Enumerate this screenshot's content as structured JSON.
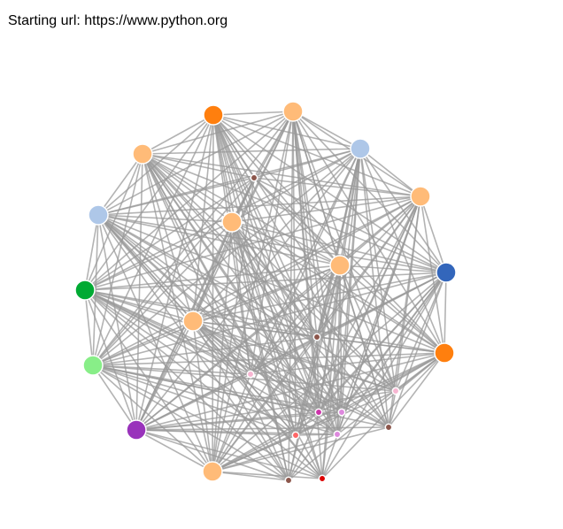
{
  "header": {
    "starting_url_text": "Starting url: https://www.python.org"
  },
  "graph": {
    "link_color": "#999999",
    "node_stroke": "#ffffff",
    "nodes": [
      {
        "id": "n0",
        "color": "#ff7f0e",
        "size": "large"
      },
      {
        "id": "n1",
        "color": "#ffbb78",
        "size": "large"
      },
      {
        "id": "n2",
        "color": "#aec7e8",
        "size": "large"
      },
      {
        "id": "n3",
        "color": "#ffbb78",
        "size": "large"
      },
      {
        "id": "n4",
        "color": "#3366bb",
        "size": "large"
      },
      {
        "id": "n5",
        "color": "#ff7f0e",
        "size": "large"
      },
      {
        "id": "n6",
        "color": "#ffbb78",
        "size": "large"
      },
      {
        "id": "n7",
        "color": "#9933bb",
        "size": "large"
      },
      {
        "id": "n8",
        "color": "#88ee88",
        "size": "large"
      },
      {
        "id": "n9",
        "color": "#00aa33",
        "size": "large"
      },
      {
        "id": "n10",
        "color": "#aec7e8",
        "size": "large"
      },
      {
        "id": "n11",
        "color": "#ffbb78",
        "size": "large"
      },
      {
        "id": "n12",
        "color": "#ffbb78",
        "size": "large"
      },
      {
        "id": "n13",
        "color": "#ffbb78",
        "size": "large"
      },
      {
        "id": "n14",
        "color": "#ffbb78",
        "size": "large"
      },
      {
        "id": "n15",
        "color": "#8c564b",
        "size": "small"
      },
      {
        "id": "n16",
        "color": "#8c564b",
        "size": "small"
      },
      {
        "id": "n17",
        "color": "#f7b6d2",
        "size": "small"
      },
      {
        "id": "n18",
        "color": "#f7b6d2",
        "size": "small"
      },
      {
        "id": "n19",
        "color": "#cc33aa",
        "size": "small"
      },
      {
        "id": "n20",
        "color": "#dd88dd",
        "size": "small"
      },
      {
        "id": "n21",
        "color": "#8c564b",
        "size": "small"
      },
      {
        "id": "n22",
        "color": "#dd88dd",
        "size": "small"
      },
      {
        "id": "n23",
        "color": "#ff6666",
        "size": "small"
      },
      {
        "id": "n24",
        "color": "#8c564b",
        "size": "small"
      },
      {
        "id": "n25",
        "color": "#dd0000",
        "size": "small"
      }
    ]
  }
}
